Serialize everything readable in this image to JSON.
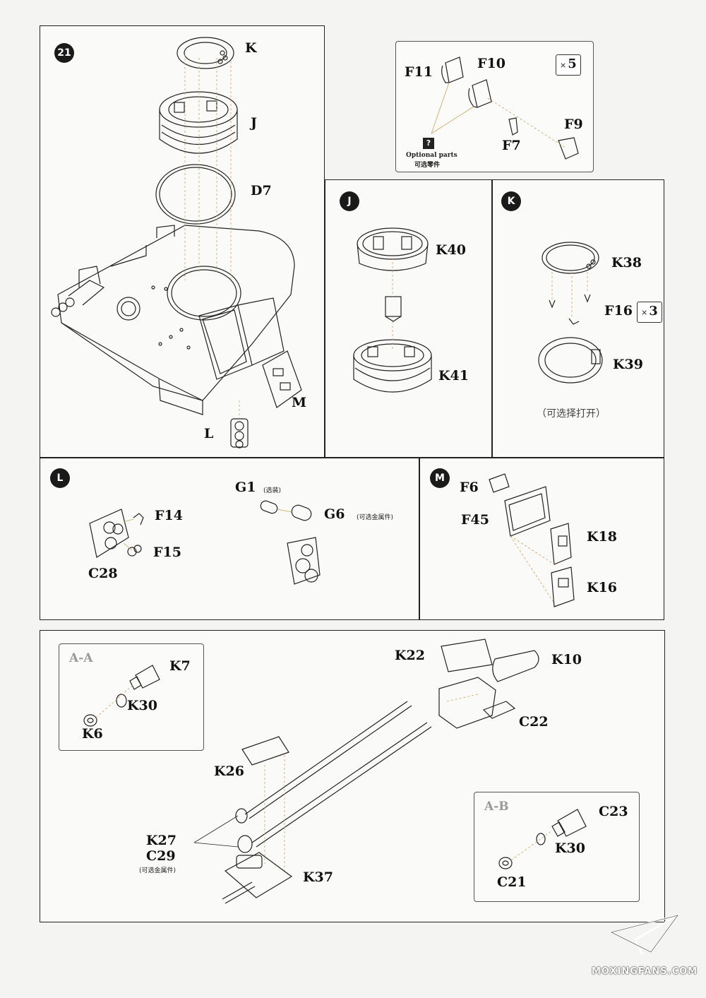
{
  "step21": {
    "badge": "21",
    "labels": {
      "k": "K",
      "j": "J",
      "d7": "D7",
      "m": "M",
      "l": "L"
    }
  },
  "optional": {
    "f11": "F11",
    "f10": "F10",
    "f9": "F9",
    "f7": "F7",
    "mult_x": "×",
    "mult_n": "5",
    "q_icon": "?",
    "optional_en": "Optional parts",
    "optional_cn": "可选零件"
  },
  "subJ": {
    "badge": "J",
    "k40": "K40",
    "k41": "K41"
  },
  "subK": {
    "badge": "K",
    "k38": "K38",
    "f16": "F16",
    "mult_x": "×",
    "mult_n": "3",
    "k39": "K39",
    "note": "（可选择打开）"
  },
  "subL": {
    "badge": "L",
    "f14": "F14",
    "f15": "F15",
    "c28": "C28",
    "g1": "G1",
    "g1_note": "(选装)",
    "g6": "G6",
    "g6_note": "(可选金属件)"
  },
  "subM": {
    "badge": "M",
    "f6": "F6",
    "f45": "F45",
    "k18": "K18",
    "k16": "K16"
  },
  "gun": {
    "aa": {
      "title": "A-A",
      "k7": "K7",
      "k30": "K30",
      "k6": "K6"
    },
    "ab": {
      "title": "A-B",
      "c23": "C23",
      "k30": "K30",
      "c21": "C21"
    },
    "k22": "K22",
    "k10": "K10",
    "c22": "C22",
    "k26": "K26",
    "k27": "K27",
    "c29": "C29",
    "c29_note": "(可选金属件)",
    "k37": "K37"
  },
  "watermark": "MOXINGFANS.COM"
}
